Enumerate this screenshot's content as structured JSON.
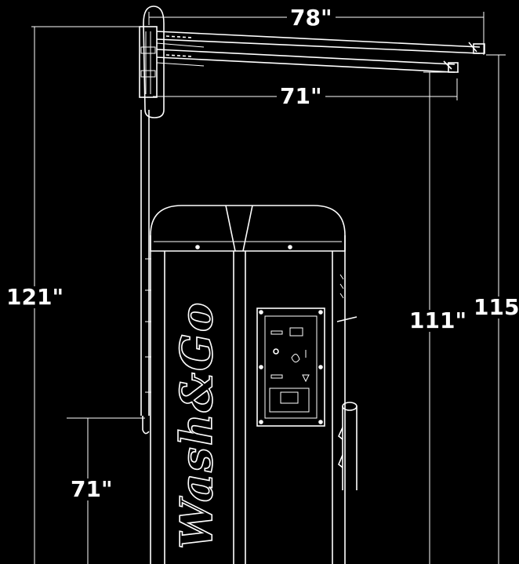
{
  "dimensions": {
    "arm_long": "78\"",
    "arm_short": "71\"",
    "total_height": "121\"",
    "hose_height": "71\"",
    "unit_height": "111\"",
    "arm_height": "115\""
  },
  "brand": {
    "logo_text": "Wash&Go"
  },
  "colors": {
    "background": "#000000",
    "line": "#ffffff"
  }
}
